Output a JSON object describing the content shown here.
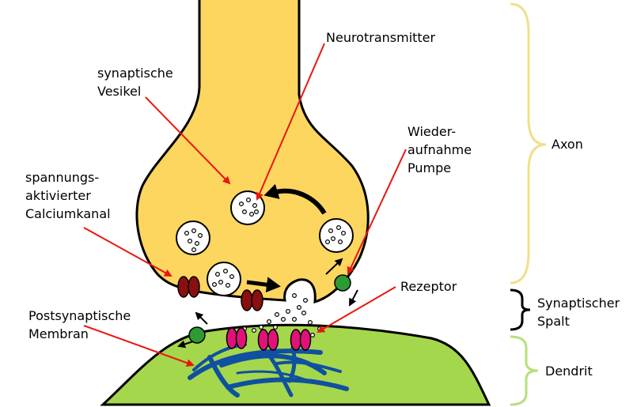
{
  "labels": {
    "neurotransmitter": "Neurotransmitter",
    "vesicle": "synaptische\nVesikel",
    "reuptake_pump": "Wieder-\naufnahme\nPumpe",
    "calcium_channel": "spannungs-\naktivierter\nCalciumkanal",
    "receptor": "Rezeptor",
    "postsynaptic_membrane": "Postsynaptische\nMembran",
    "axon": "Axon",
    "synaptic_cleft": "Synaptischer\nSpalt",
    "dendrite": "Dendrit"
  },
  "colors": {
    "axon_fill": "#fdd65f",
    "axon_brace": "#f0e08a",
    "dendrite_fill": "#a5d74c",
    "dendrite_brace": "#b6e07a",
    "arrow_red": "#e8170e",
    "calcium_channel": "#8a0f0f",
    "receptor": "#e0127a",
    "pump": "#2e9a33",
    "filament": "#1050a0"
  }
}
